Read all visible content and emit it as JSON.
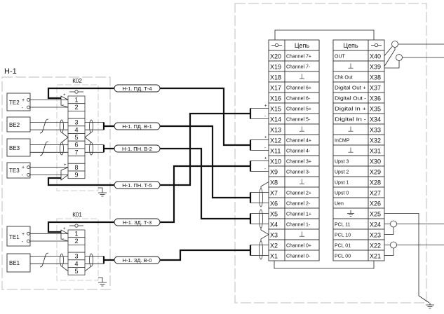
{
  "diagram": {
    "frame_label": "Н-1",
    "terminal_strips": [
      {
        "name": "К02",
        "header_icon": "terminal-icon",
        "terminals": [
          "1",
          "2",
          "",
          "3",
          "4",
          "5",
          "6",
          "7",
          "",
          "8",
          "9"
        ]
      },
      {
        "name": "К01",
        "header_icon": "terminal-icon",
        "terminals": [
          "1",
          "2",
          "",
          "3",
          "4",
          "5"
        ]
      }
    ],
    "devices": [
      {
        "name": "ТЕ2",
        "type": "thermocouple",
        "pins": [
          "+",
          "-"
        ]
      },
      {
        "name": "ВЕ2",
        "type": "sensor"
      },
      {
        "name": "ВЕ3",
        "type": "sensor"
      },
      {
        "name": "ТЕ3",
        "type": "thermocouple",
        "pins": [
          "+",
          "-"
        ]
      },
      {
        "name": "ТЕ1",
        "type": "thermocouple",
        "pins": [
          "+",
          "-"
        ]
      },
      {
        "name": "ВЕ1",
        "type": "sensor"
      }
    ],
    "polarity": {
      "plus": "+",
      "minus": "-"
    },
    "cable_labels": [
      "Н-1. ПД. Т-4",
      "Н-1. ПД. В-1",
      "Н-1. ПН. В-2",
      "Н-1. ПН. Т-5",
      "Н-1. ЗД. Т-3",
      "Н-1. ЗД. В-0"
    ],
    "terminal_block": {
      "left_header": {
        "pin_icon": "terminal-icon",
        "circuit": "Цепь"
      },
      "right_header": {
        "circuit": "Цепь",
        "pin_icon": "terminal-icon"
      },
      "left_rows": [
        {
          "pin": "X20",
          "circuit": "Channel 7+"
        },
        {
          "pin": "X19",
          "circuit": "Channel 7-"
        },
        {
          "pin": "X18",
          "circuit": "⊥"
        },
        {
          "pin": "X17",
          "circuit": "Channel 6+"
        },
        {
          "pin": "X16",
          "circuit": "Channel 6-"
        },
        {
          "pin": "X15",
          "circuit": "Channel 5+"
        },
        {
          "pin": "X14",
          "circuit": "Channel 5-"
        },
        {
          "pin": "X13",
          "circuit": "⊥"
        },
        {
          "pin": "X12",
          "circuit": "Channel 4+"
        },
        {
          "pin": "X11",
          "circuit": "Channel 4-"
        },
        {
          "pin": "X10",
          "circuit": "Channel 3+"
        },
        {
          "pin": "X9",
          "circuit": "Channel 3-"
        },
        {
          "pin": "X8",
          "circuit": "⊥"
        },
        {
          "pin": "X7",
          "circuit": "Channel 2+"
        },
        {
          "pin": "X6",
          "circuit": "Channel 2-"
        },
        {
          "pin": "X5",
          "circuit": "Channel 1+"
        },
        {
          "pin": "X4",
          "circuit": "Channel 1-"
        },
        {
          "pin": "X3",
          "circuit": "⊥"
        },
        {
          "pin": "X2",
          "circuit": "Channel 0+"
        },
        {
          "pin": "X1",
          "circuit": "Channel 0-"
        }
      ],
      "right_rows": [
        {
          "circuit": "OUT",
          "pin": "X40"
        },
        {
          "circuit": "⊥",
          "pin": "X39"
        },
        {
          "circuit": "Chk Out",
          "pin": "X38"
        },
        {
          "circuit": "Digital Out +",
          "pin": "X37"
        },
        {
          "circuit": "Digital Out -",
          "pin": "X36"
        },
        {
          "circuit": "Digital In +",
          "pin": "X35"
        },
        {
          "circuit": "Digital In -",
          "pin": "X34"
        },
        {
          "circuit": "⊥",
          "pin": "X33"
        },
        {
          "circuit": "InCMP",
          "pin": "X32"
        },
        {
          "circuit": "⊥",
          "pin": "X31"
        },
        {
          "circuit": "Upst 3",
          "pin": "X30"
        },
        {
          "circuit": "Upst 2",
          "pin": "X29"
        },
        {
          "circuit": "Upst 1",
          "pin": "X28"
        },
        {
          "circuit": "Upst 0",
          "pin": "X27"
        },
        {
          "circuit": "Uen",
          "pin": "X26"
        },
        {
          "circuit": "⏚",
          "pin": "X25",
          "icon": "ground-icon"
        },
        {
          "circuit": "PCL 11",
          "pin": "X24"
        },
        {
          "circuit": "PCL 10",
          "pin": "X23"
        },
        {
          "circuit": "PCL 01",
          "pin": "X22"
        },
        {
          "circuit": "PCL 00",
          "pin": "X21"
        }
      ]
    }
  }
}
